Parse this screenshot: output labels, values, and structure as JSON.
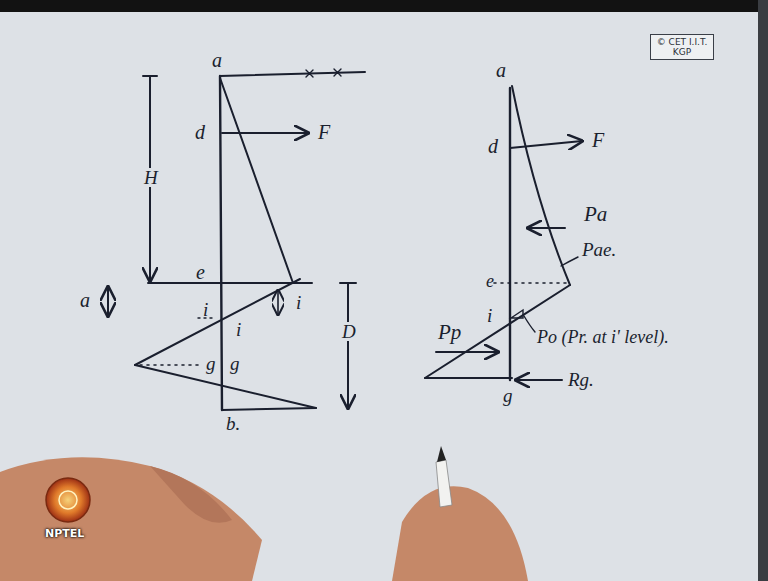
{
  "diagram": {
    "nodes": [
      {
        "text": [
          "© CET I.I.T. KGP"
        ]
      }
    ],
    "labels": [
      "a",
      "H",
      "d",
      "F",
      "e",
      "a",
      "i",
      "i",
      "i",
      "g",
      "g",
      "b.",
      "D",
      "a",
      "d",
      "F",
      "Pa",
      "Pae.",
      "e",
      "i",
      "Po (Pr. at i' level).",
      "Pp",
      "g",
      "Rg.",
      "NPTEL"
    ]
  }
}
